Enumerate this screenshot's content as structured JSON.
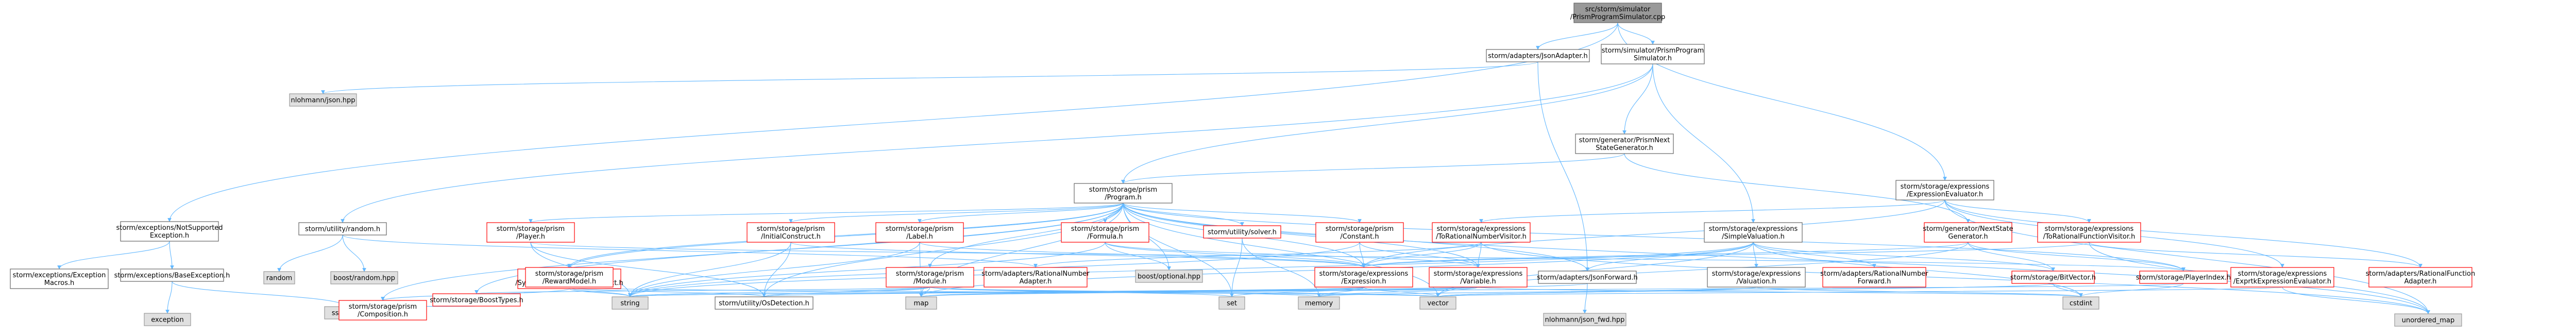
{
  "colors": {
    "edge": "#63b8ff",
    "root_fill": "#999999",
    "root_stroke": "#666666",
    "local_fill": "#ffffff",
    "local_stroke": "#666666",
    "missing_fill": "#ffffff",
    "missing_stroke": "#ff0000",
    "system_fill": "#e0e0e0",
    "system_stroke": "#999999"
  },
  "nodes": [
    {
      "id": "root",
      "kind": "root",
      "lines": [
        "src/storm/simulator",
        "/PrismProgramSimulator.cpp"
      ]
    },
    {
      "id": "jsonadapter",
      "kind": "local",
      "lines": [
        "storm/adapters/JsonAdapter.h"
      ]
    },
    {
      "id": "prismsim",
      "kind": "local",
      "lines": [
        "storm/simulator/PrismProgram",
        "Simulator.h"
      ]
    },
    {
      "id": "exprevaluator",
      "kind": "local",
      "lines": [
        "storm/storage/expressions",
        "/ExpressionEvaluator.h"
      ]
    },
    {
      "id": "nlohmannjson",
      "kind": "system",
      "lines": [
        "nlohmann/json.hpp"
      ]
    },
    {
      "id": "nextstategen",
      "kind": "local",
      "lines": [
        "storm/generator/PrismNext",
        "StateGenerator.h"
      ]
    },
    {
      "id": "notsupported",
      "kind": "local",
      "lines": [
        "storm/exceptions/NotSupported",
        "Exception.h"
      ]
    },
    {
      "id": "program",
      "kind": "local",
      "lines": [
        "storm/storage/prism",
        "/Program.h"
      ]
    },
    {
      "id": "utilrandom",
      "kind": "local",
      "lines": [
        "storm/utility/random.h"
      ]
    },
    {
      "id": "excmacros",
      "kind": "local",
      "lines": [
        "storm/exceptions/Exception",
        "Macros.h"
      ]
    },
    {
      "id": "baseexc",
      "kind": "local",
      "lines": [
        "storm/exceptions/BaseException.h"
      ]
    },
    {
      "id": "random",
      "kind": "system",
      "lines": [
        "random"
      ]
    },
    {
      "id": "boostrandom",
      "kind": "system",
      "lines": [
        "boost/random.hpp"
      ]
    },
    {
      "id": "exception",
      "kind": "system",
      "lines": [
        "exception"
      ]
    },
    {
      "id": "sstream",
      "kind": "system",
      "lines": [
        "sstream"
      ]
    },
    {
      "id": "player",
      "kind": "missing",
      "lines": [
        "storm/storage/prism",
        "/Player.h"
      ]
    },
    {
      "id": "syscomp",
      "kind": "missing",
      "lines": [
        "storm/storage/prism",
        "/SystemCompositionConstruct.h"
      ]
    },
    {
      "id": "composition",
      "kind": "missing",
      "lines": [
        "storm/storage/prism",
        "/Composition.h"
      ]
    },
    {
      "id": "initialconstruct",
      "kind": "missing",
      "lines": [
        "storm/storage/prism",
        "/InitialConstruct.h"
      ]
    },
    {
      "id": "rewardmodel",
      "kind": "missing",
      "lines": [
        "storm/storage/prism",
        "/RewardModel.h"
      ]
    },
    {
      "id": "label",
      "kind": "missing",
      "lines": [
        "storm/storage/prism",
        "/Label.h"
      ]
    },
    {
      "id": "module",
      "kind": "missing",
      "lines": [
        "storm/storage/prism",
        "/Module.h"
      ]
    },
    {
      "id": "formula",
      "kind": "missing",
      "lines": [
        "storm/storage/prism",
        "/Formula.h"
      ]
    },
    {
      "id": "solver",
      "kind": "missing",
      "lines": [
        "storm/utility/solver.h"
      ]
    },
    {
      "id": "constant",
      "kind": "missing",
      "lines": [
        "storm/storage/prism",
        "/Constant.h"
      ]
    },
    {
      "id": "torationalnumber",
      "kind": "missing",
      "lines": [
        "storm/storage/expressions",
        "/ToRationalNumberVisitor.h"
      ]
    },
    {
      "id": "simplevaluation",
      "kind": "local",
      "lines": [
        "storm/storage/expressions",
        "/SimpleValuation.h"
      ]
    },
    {
      "id": "nextstategenerator",
      "kind": "missing",
      "lines": [
        "storm/generator/NextState",
        "Generator.h"
      ]
    },
    {
      "id": "torationalfunction",
      "kind": "missing",
      "lines": [
        "storm/storage/expressions",
        "/ToRationalFunctionVisitor.h"
      ]
    },
    {
      "id": "rationalnumberadapter",
      "kind": "missing",
      "lines": [
        "storm/adapters/RationalNumber",
        "Adapter.h"
      ]
    },
    {
      "id": "boostoptional",
      "kind": "system",
      "lines": [
        "boost/optional.hpp"
      ]
    },
    {
      "id": "expression",
      "kind": "missing",
      "lines": [
        "storm/storage/expressions",
        "/Expression.h"
      ]
    },
    {
      "id": "variable",
      "kind": "missing",
      "lines": [
        "storm/storage/expressions",
        "/Variable.h"
      ]
    },
    {
      "id": "jsonforward",
      "kind": "local",
      "lines": [
        "storm/adapters/JsonForward.h"
      ]
    },
    {
      "id": "valuation",
      "kind": "local",
      "lines": [
        "storm/storage/expressions",
        "/Valuation.h"
      ]
    },
    {
      "id": "rationalnumberforward",
      "kind": "missing",
      "lines": [
        "storm/adapters/RationalNumber",
        "Forward.h"
      ]
    },
    {
      "id": "bitvector",
      "kind": "missing",
      "lines": [
        "storm/storage/BitVector.h"
      ]
    },
    {
      "id": "playerindex",
      "kind": "missing",
      "lines": [
        "storm/storage/PlayerIndex.h"
      ]
    },
    {
      "id": "exprtkevaluator",
      "kind": "missing",
      "lines": [
        "storm/storage/expressions",
        "/ExprtkExpressionEvaluator.h"
      ]
    },
    {
      "id": "rationalfunctionadapter",
      "kind": "missing",
      "lines": [
        "storm/adapters/RationalFunction",
        "Adapter.h"
      ]
    },
    {
      "id": "boosttypes",
      "kind": "missing",
      "lines": [
        "storm/storage/BoostTypes.h"
      ]
    },
    {
      "id": "string",
      "kind": "system",
      "lines": [
        "string"
      ]
    },
    {
      "id": "osdetection",
      "kind": "local",
      "lines": [
        "storm/utility/OsDetection.h"
      ]
    },
    {
      "id": "map",
      "kind": "system",
      "lines": [
        "map"
      ]
    },
    {
      "id": "set",
      "kind": "system",
      "lines": [
        "set"
      ]
    },
    {
      "id": "memory",
      "kind": "system",
      "lines": [
        "memory"
      ]
    },
    {
      "id": "vector",
      "kind": "system",
      "lines": [
        "vector"
      ]
    },
    {
      "id": "nlohmannjsonfwd",
      "kind": "system",
      "lines": [
        "nlohmann/json_fwd.hpp"
      ]
    },
    {
      "id": "cstdint",
      "kind": "system",
      "lines": [
        "cstdint"
      ]
    },
    {
      "id": "unorderedmap",
      "kind": "system",
      "lines": [
        "unordered_map"
      ]
    }
  ],
  "edges": [
    [
      "root",
      "jsonadapter"
    ],
    [
      "root",
      "prismsim"
    ],
    [
      "root",
      "exprevaluator"
    ],
    [
      "root",
      "notsupported"
    ],
    [
      "jsonadapter",
      "nlohmannjson"
    ],
    [
      "jsonadapter",
      "jsonforward"
    ],
    [
      "prismsim",
      "nextstategen"
    ],
    [
      "prismsim",
      "utilrandom"
    ],
    [
      "prismsim",
      "program"
    ],
    [
      "prismsim",
      "simplevaluation"
    ],
    [
      "nextstategen",
      "program"
    ],
    [
      "nextstategen",
      "nextstategenerator"
    ],
    [
      "exprevaluator",
      "torationalnumber"
    ],
    [
      "exprevaluator",
      "torationalfunction"
    ],
    [
      "exprevaluator",
      "exprtkevaluator"
    ],
    [
      "exprevaluator",
      "expression"
    ],
    [
      "exprevaluator",
      "rationalfunctionadapter"
    ],
    [
      "exprevaluator",
      "unorderedmap"
    ],
    [
      "notsupported",
      "excmacros"
    ],
    [
      "notsupported",
      "baseexc"
    ],
    [
      "baseexc",
      "exception"
    ],
    [
      "baseexc",
      "sstream"
    ],
    [
      "utilrandom",
      "random"
    ],
    [
      "utilrandom",
      "boostrandom"
    ],
    [
      "utilrandom",
      "rationalnumberadapter"
    ],
    [
      "program",
      "player"
    ],
    [
      "program",
      "syscomp"
    ],
    [
      "program",
      "composition"
    ],
    [
      "program",
      "initialconstruct"
    ],
    [
      "program",
      "rewardmodel"
    ],
    [
      "program",
      "label"
    ],
    [
      "program",
      "module"
    ],
    [
      "program",
      "formula"
    ],
    [
      "program",
      "solver"
    ],
    [
      "program",
      "constant"
    ],
    [
      "program",
      "boostoptional"
    ],
    [
      "program",
      "boosttypes"
    ],
    [
      "program",
      "osdetection"
    ],
    [
      "program",
      "map"
    ],
    [
      "program",
      "set"
    ],
    [
      "program",
      "vector"
    ],
    [
      "program",
      "playerindex"
    ],
    [
      "program",
      "unorderedmap"
    ],
    [
      "program",
      "jsonforward"
    ],
    [
      "program",
      "expression"
    ],
    [
      "program",
      "variable"
    ],
    [
      "player",
      "playerindex"
    ],
    [
      "player",
      "string"
    ],
    [
      "player",
      "osdetection"
    ],
    [
      "syscomp",
      "composition"
    ],
    [
      "syscomp",
      "string"
    ],
    [
      "initialconstruct",
      "expression"
    ],
    [
      "initialconstruct",
      "osdetection"
    ],
    [
      "initialconstruct",
      "string"
    ],
    [
      "rewardmodel",
      "string"
    ],
    [
      "rewardmodel",
      "osdetection"
    ],
    [
      "rewardmodel",
      "vector"
    ],
    [
      "label",
      "expression"
    ],
    [
      "label",
      "string"
    ],
    [
      "label",
      "map"
    ],
    [
      "module",
      "boosttypes"
    ],
    [
      "module",
      "map"
    ],
    [
      "module",
      "set"
    ],
    [
      "module",
      "string"
    ],
    [
      "module",
      "vector"
    ],
    [
      "module",
      "memory"
    ],
    [
      "module",
      "osdetection"
    ],
    [
      "formula",
      "expression"
    ],
    [
      "formula",
      "variable"
    ],
    [
      "formula",
      "boostoptional"
    ],
    [
      "formula",
      "string"
    ],
    [
      "solver",
      "memory"
    ],
    [
      "solver",
      "set"
    ],
    [
      "constant",
      "expression"
    ],
    [
      "constant",
      "variable"
    ],
    [
      "constant",
      "string"
    ],
    [
      "torationalnumber",
      "expression"
    ],
    [
      "torationalnumber",
      "rationalnumberadapter"
    ],
    [
      "torationalnumber",
      "variable"
    ],
    [
      "torationalnumber",
      "unorderedmap"
    ],
    [
      "simplevaluation",
      "valuation"
    ],
    [
      "simplevaluation",
      "jsonforward"
    ],
    [
      "simplevaluation",
      "rationalnumberforward"
    ],
    [
      "simplevaluation",
      "map"
    ],
    [
      "simplevaluation",
      "vector"
    ],
    [
      "simplevaluation",
      "cstdint"
    ],
    [
      "simplevaluation",
      "string"
    ],
    [
      "simplevaluation",
      "bitvector"
    ],
    [
      "nextstategenerator",
      "bitvector"
    ],
    [
      "nextstategenerator",
      "expression"
    ],
    [
      "nextstategenerator",
      "playerindex"
    ],
    [
      "nextstategenerator",
      "vector"
    ],
    [
      "torationalfunction",
      "expression"
    ],
    [
      "torationalfunction",
      "rationalfunctionadapter"
    ],
    [
      "torationalfunction",
      "unorderedmap"
    ],
    [
      "expression",
      "map"
    ],
    [
      "expression",
      "string"
    ],
    [
      "expression",
      "vector"
    ],
    [
      "expression",
      "memory"
    ],
    [
      "expression",
      "set"
    ],
    [
      "expression",
      "osdetection"
    ],
    [
      "variable",
      "map"
    ],
    [
      "variable",
      "memory"
    ],
    [
      "variable",
      "cstdint"
    ],
    [
      "variable",
      "string"
    ],
    [
      "jsonforward",
      "nlohmannjsonfwd"
    ],
    [
      "jsonforward",
      "map"
    ],
    [
      "valuation",
      "memory"
    ],
    [
      "valuation",
      "cstdint"
    ],
    [
      "valuation",
      "vector"
    ],
    [
      "bitvector",
      "vector"
    ],
    [
      "bitvector",
      "cstdint"
    ],
    [
      "playerindex",
      "cstdint"
    ],
    [
      "playerindex",
      "string"
    ],
    [
      "exprtkevaluator",
      "unorderedmap"
    ],
    [
      "exprtkevaluator",
      "vector"
    ],
    [
      "boosttypes",
      "sstream"
    ]
  ]
}
